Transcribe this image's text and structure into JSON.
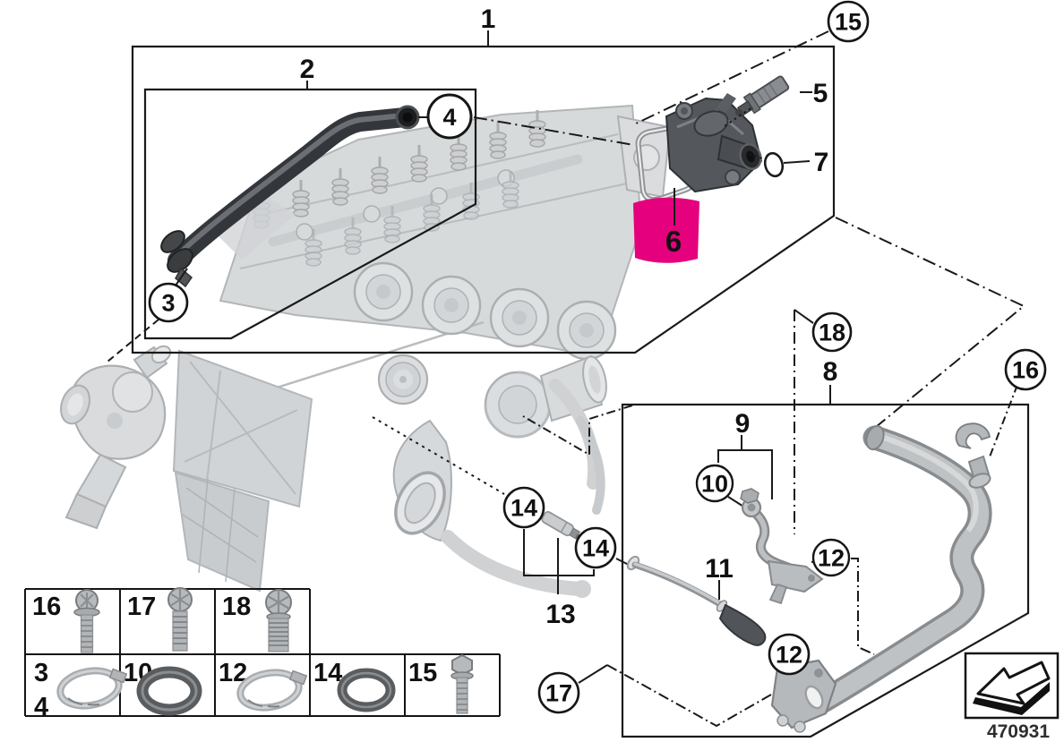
{
  "figure": {
    "drawing_number": "470931"
  },
  "highlight": {
    "color": "#e5007d",
    "label": "6"
  },
  "callout_labels": {
    "n1": "1",
    "n2": "2",
    "n5": "5",
    "n7": "7",
    "n8": "8",
    "n9": "9",
    "n11": "11",
    "n13": "13",
    "c3": "3",
    "c4": "4",
    "c10": "10",
    "c12a": "12",
    "c12b": "12",
    "c14a": "14",
    "c14b": "14",
    "c15": "15",
    "c16": "16",
    "c17": "17",
    "c18": "18"
  },
  "legend": {
    "row1": {
      "bolt16": "16",
      "bolt17": "17",
      "bolt18": "18"
    },
    "row2": {
      "clamp3": "3",
      "clamp4": "4",
      "oring10": "10",
      "clamp12": "12",
      "oring14": "14",
      "bolt15": "15"
    }
  }
}
